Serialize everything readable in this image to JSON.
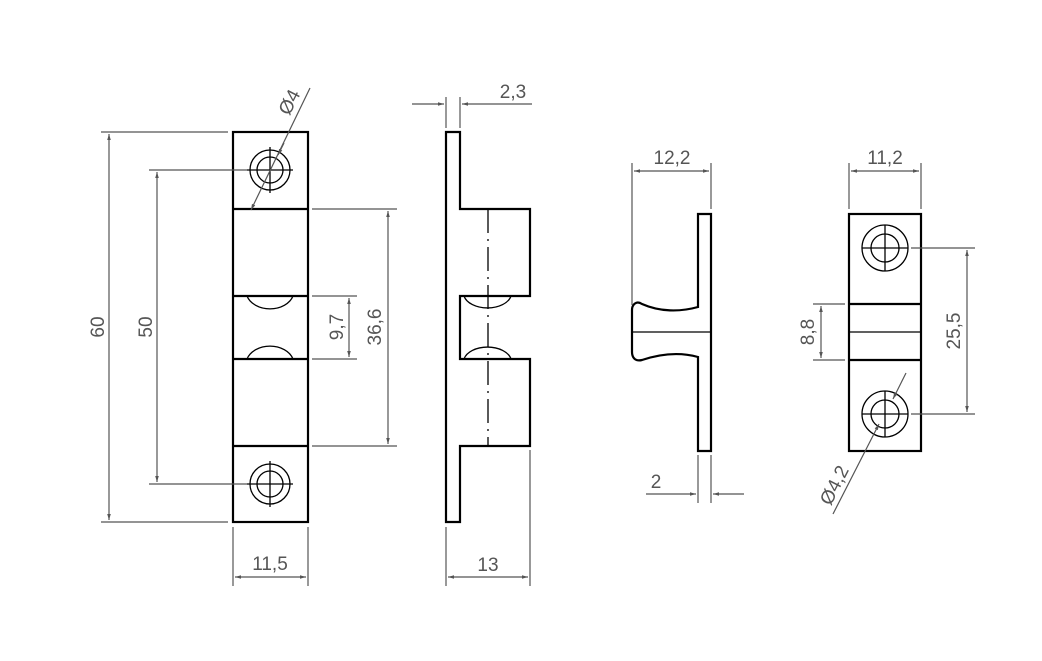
{
  "drawing": {
    "views": [
      {
        "name": "front-view-catch",
        "dimensions": {
          "height_total": "60",
          "hole_spacing": "50",
          "width": "11,5",
          "hole_diameter": "Ø4",
          "inner_gap": "9,7",
          "body_height": "36,6"
        }
      },
      {
        "name": "side-view-catch",
        "dimensions": {
          "plate_thickness": "2,3",
          "depth": "13"
        }
      },
      {
        "name": "side-view-strike",
        "dimensions": {
          "depth": "12,2",
          "plate_thickness": "2"
        }
      },
      {
        "name": "front-view-strike",
        "dimensions": {
          "width": "11,2",
          "tongue_height": "8,8",
          "hole_spacing": "25,5",
          "hole_diameter": "Ø4,2"
        }
      }
    ]
  },
  "labels": {
    "d60": "60",
    "d50": "50",
    "d11_5": "11,5",
    "d4": "Ø4",
    "d9_7": "9,7",
    "d36_6": "36,6",
    "d2_3": "2,3",
    "d13": "13",
    "d12_2": "12,2",
    "d2": "2",
    "d11_2": "11,2",
    "d8_8": "8,8",
    "d25_5": "25,5",
    "d4_2": "Ø4,2"
  }
}
